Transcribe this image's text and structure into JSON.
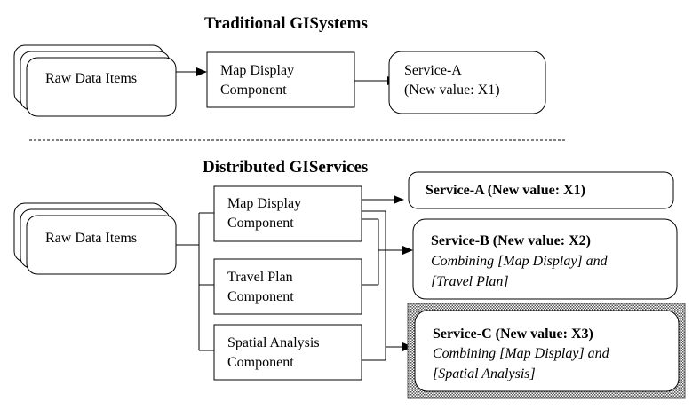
{
  "traditional": {
    "title": "Traditional GISystems",
    "raw_data": "Raw Data Items",
    "map_display": [
      "Map Display",
      "Component"
    ],
    "service_a": [
      "Service-A",
      "(New value: X1)"
    ]
  },
  "distributed": {
    "title": "Distributed GIServices",
    "raw_data": "Raw Data Items",
    "map_display": [
      "Map Display",
      "Component"
    ],
    "travel_plan": [
      "Travel Plan",
      "Component"
    ],
    "spatial_analysis": [
      "Spatial Analysis",
      "Component"
    ],
    "service_a": {
      "title": "Service-A (New value: X1)"
    },
    "service_b": {
      "title": "Service-B (New value: X2)",
      "desc": [
        "Combining [Map Display] and",
        "[Travel Plan]"
      ]
    },
    "service_c": {
      "title": "Service-C (New value: X3)",
      "desc": [
        "Combining [Map Display] and",
        "[Spatial Analysis]"
      ]
    }
  }
}
